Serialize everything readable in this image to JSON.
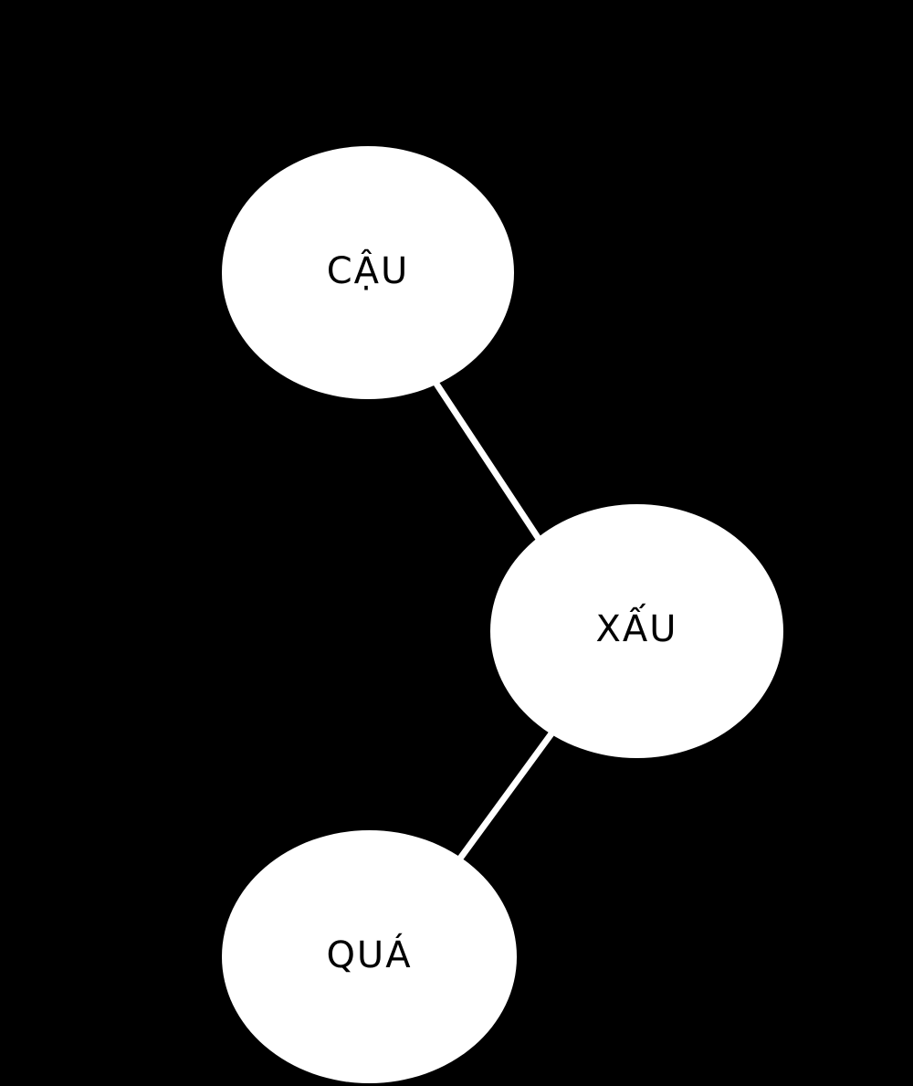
{
  "panel": {
    "type": "comic-speech-bubble-panel",
    "background_color": "#000000",
    "bubble_fill_color": "#ffffff",
    "text_color": "#000000",
    "bubbles": [
      {
        "text": "CẬU"
      },
      {
        "text": "XẤU"
      },
      {
        "text": "QUÁ"
      }
    ]
  }
}
